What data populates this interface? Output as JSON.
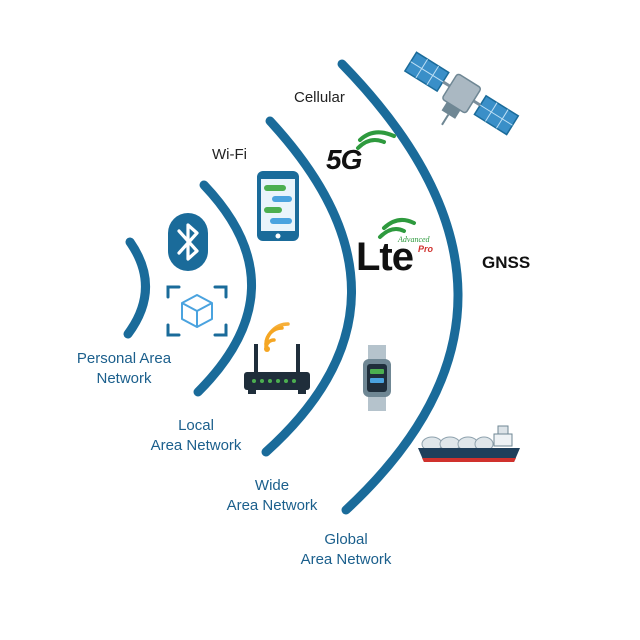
{
  "colors": {
    "arc": "#1a6b9a",
    "label": "#1b5f8c",
    "text": "#222222",
    "green": "#2e9a3e",
    "orange": "#f5a623",
    "red": "#d0312d"
  },
  "rings": [
    {
      "id": "pan",
      "label_lines": [
        "Personal Area",
        "Network"
      ],
      "technology": "",
      "icons": [
        "bluetooth-icon",
        "ar-cube-icon"
      ]
    },
    {
      "id": "lan",
      "label_lines": [
        "Local",
        "Area Network"
      ],
      "technology": "Wi-Fi",
      "icons": [
        "smartphone-icon",
        "wifi-router-icon"
      ]
    },
    {
      "id": "wan",
      "label_lines": [
        "Wide",
        "Area Network"
      ],
      "technology": "Cellular",
      "icons": [
        "5g-logo-icon",
        "lte-advanced-pro-logo-icon",
        "smartwatch-icon"
      ]
    },
    {
      "id": "gan",
      "label_lines": [
        "Global",
        "Area Network"
      ],
      "technology": "GNSS",
      "icons": [
        "satellite-icon",
        "cargo-ship-icon"
      ]
    }
  ],
  "logos": {
    "five_g": "5G",
    "lte": "Lte",
    "lte_sub1": "Advanced",
    "lte_sub2": "Pro"
  }
}
